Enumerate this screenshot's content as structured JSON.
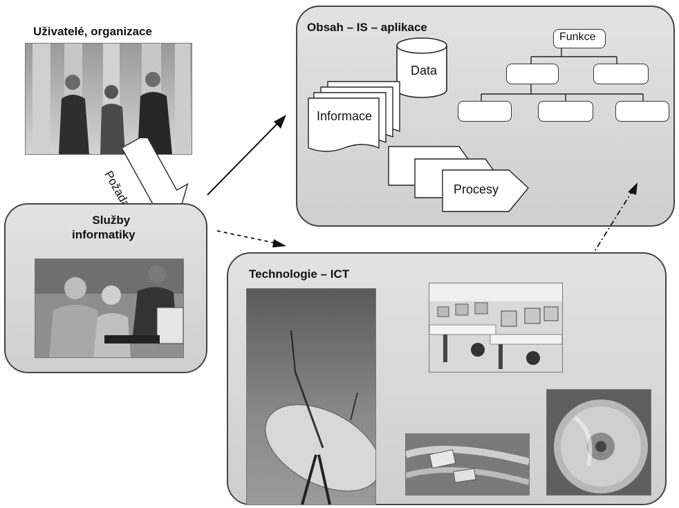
{
  "users": {
    "title": "Uživatelé, organizace"
  },
  "requests": {
    "label": "Požadavky"
  },
  "services": {
    "title_line1": "Služby",
    "title_line2": "informatiky"
  },
  "content": {
    "title": "Obsah – IS – aplikace",
    "data_label": "Data",
    "info_label": "Informace",
    "function_label": "Funkce",
    "process_label": "Procesy"
  },
  "technology": {
    "title": "Technologie – ICT"
  },
  "colors": {
    "panel_fill": "#d6d6d6",
    "panel_border": "#444444",
    "ink": "#111111"
  }
}
